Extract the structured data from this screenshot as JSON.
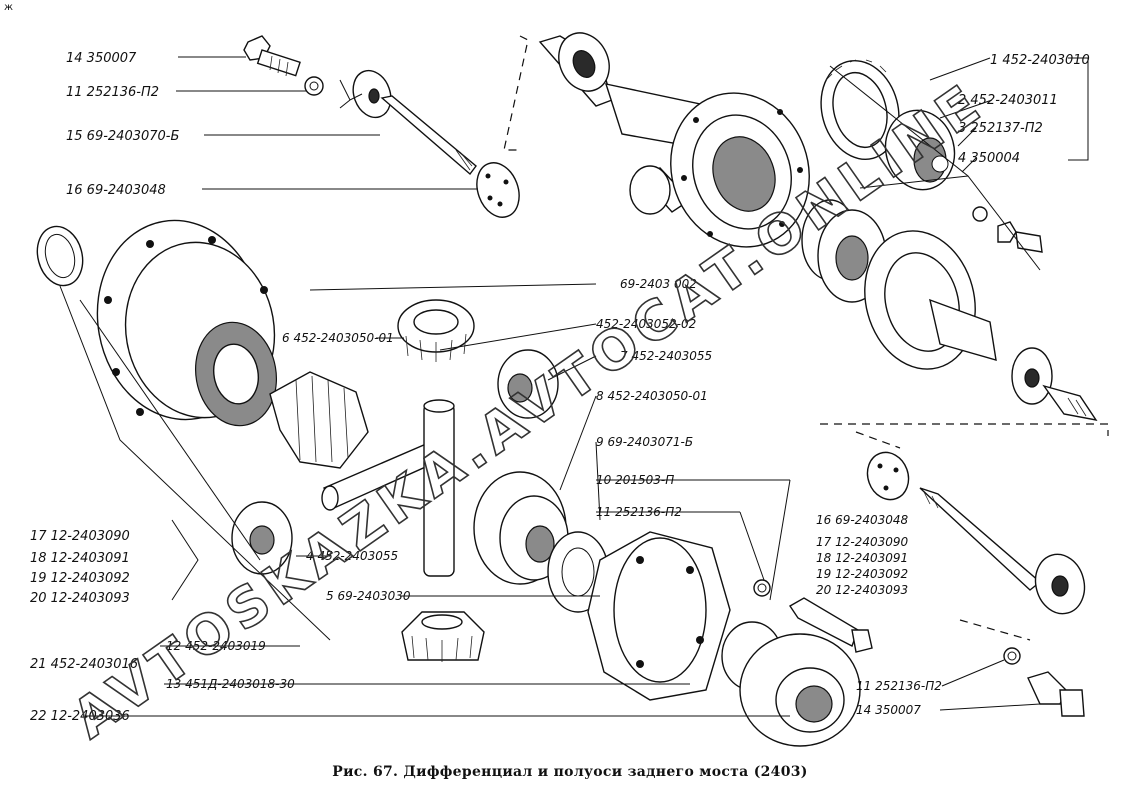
{
  "corner_mark": "ж",
  "caption": "Рис. 67. Дифференциал и полуоси заднего моста (2403)",
  "watermark": "AVTOSKAZKA.AVTOCAT.ONLINE",
  "labels": {
    "l14a": "14  350007",
    "l11a": "11  252136-П2",
    "l15": "15  69-2403070-Б",
    "l16a": "16  69-2403048",
    "r1": "1  452-2403010",
    "r2": "2  452-2403011",
    "r3": "3  252137-П2",
    "r4": "4  350004",
    "c_top": "69-2403 002",
    "c6": "6  452-2403050-01",
    "c_b": "452-2403052-02",
    "c7": "7  452-2403055",
    "c8": "8  452-2403050-01",
    "c9": "9  69-2403071-Б",
    "c10": "10  201503-П",
    "c11": "11  252136-П2",
    "c16": "16  69-2403048",
    "r17": "17  12-2403090",
    "r18": "18  12-2403091",
    "r19": "19  12-2403092",
    "r20": "20  12-2403093",
    "l17": "17  12-2403090",
    "l18": "18  12-2403091",
    "l19": "19  12-2403092",
    "l20": "20  12-2403093",
    "c4b": "4  452-2403055",
    "c5": "5  69-2403030",
    "c12": "12  452-2403019",
    "l21": "21  452-2403016",
    "c13": "13  451Д-2403018-30",
    "l22": "22  12-2403036",
    "b11": "11  252136-П2",
    "b14": "14  350007"
  }
}
